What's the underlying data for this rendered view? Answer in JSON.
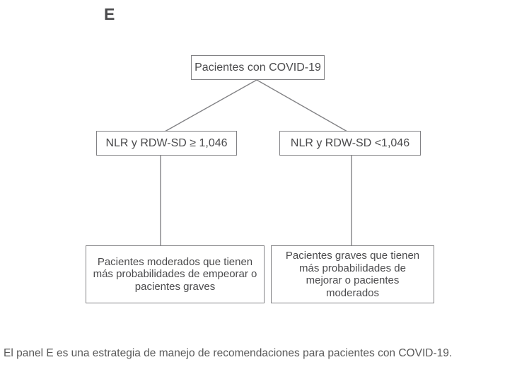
{
  "panel_label": "E",
  "flowchart": {
    "root": {
      "label": "Pacientes con COVID-19"
    },
    "branches": [
      {
        "condition": "NLR y RDW-SD ≥ 1,046",
        "outcome": "Pacientes moderados que tienen más probabilidades de empeorar o pacientes graves"
      },
      {
        "condition": "NLR y RDW-SD <1,046",
        "outcome": "Pacientes graves que tienen más probabilidades de mejorar o pacientes moderados"
      }
    ]
  },
  "caption": "El panel E es una estrategia de manejo de recomendaciones para pacientes con COVID-19.",
  "colors": {
    "box_border": "#828285",
    "box_text": "#4b4b4d",
    "caption_text": "#595959",
    "line": "#828285",
    "panel_label": "#4a4a4c"
  }
}
